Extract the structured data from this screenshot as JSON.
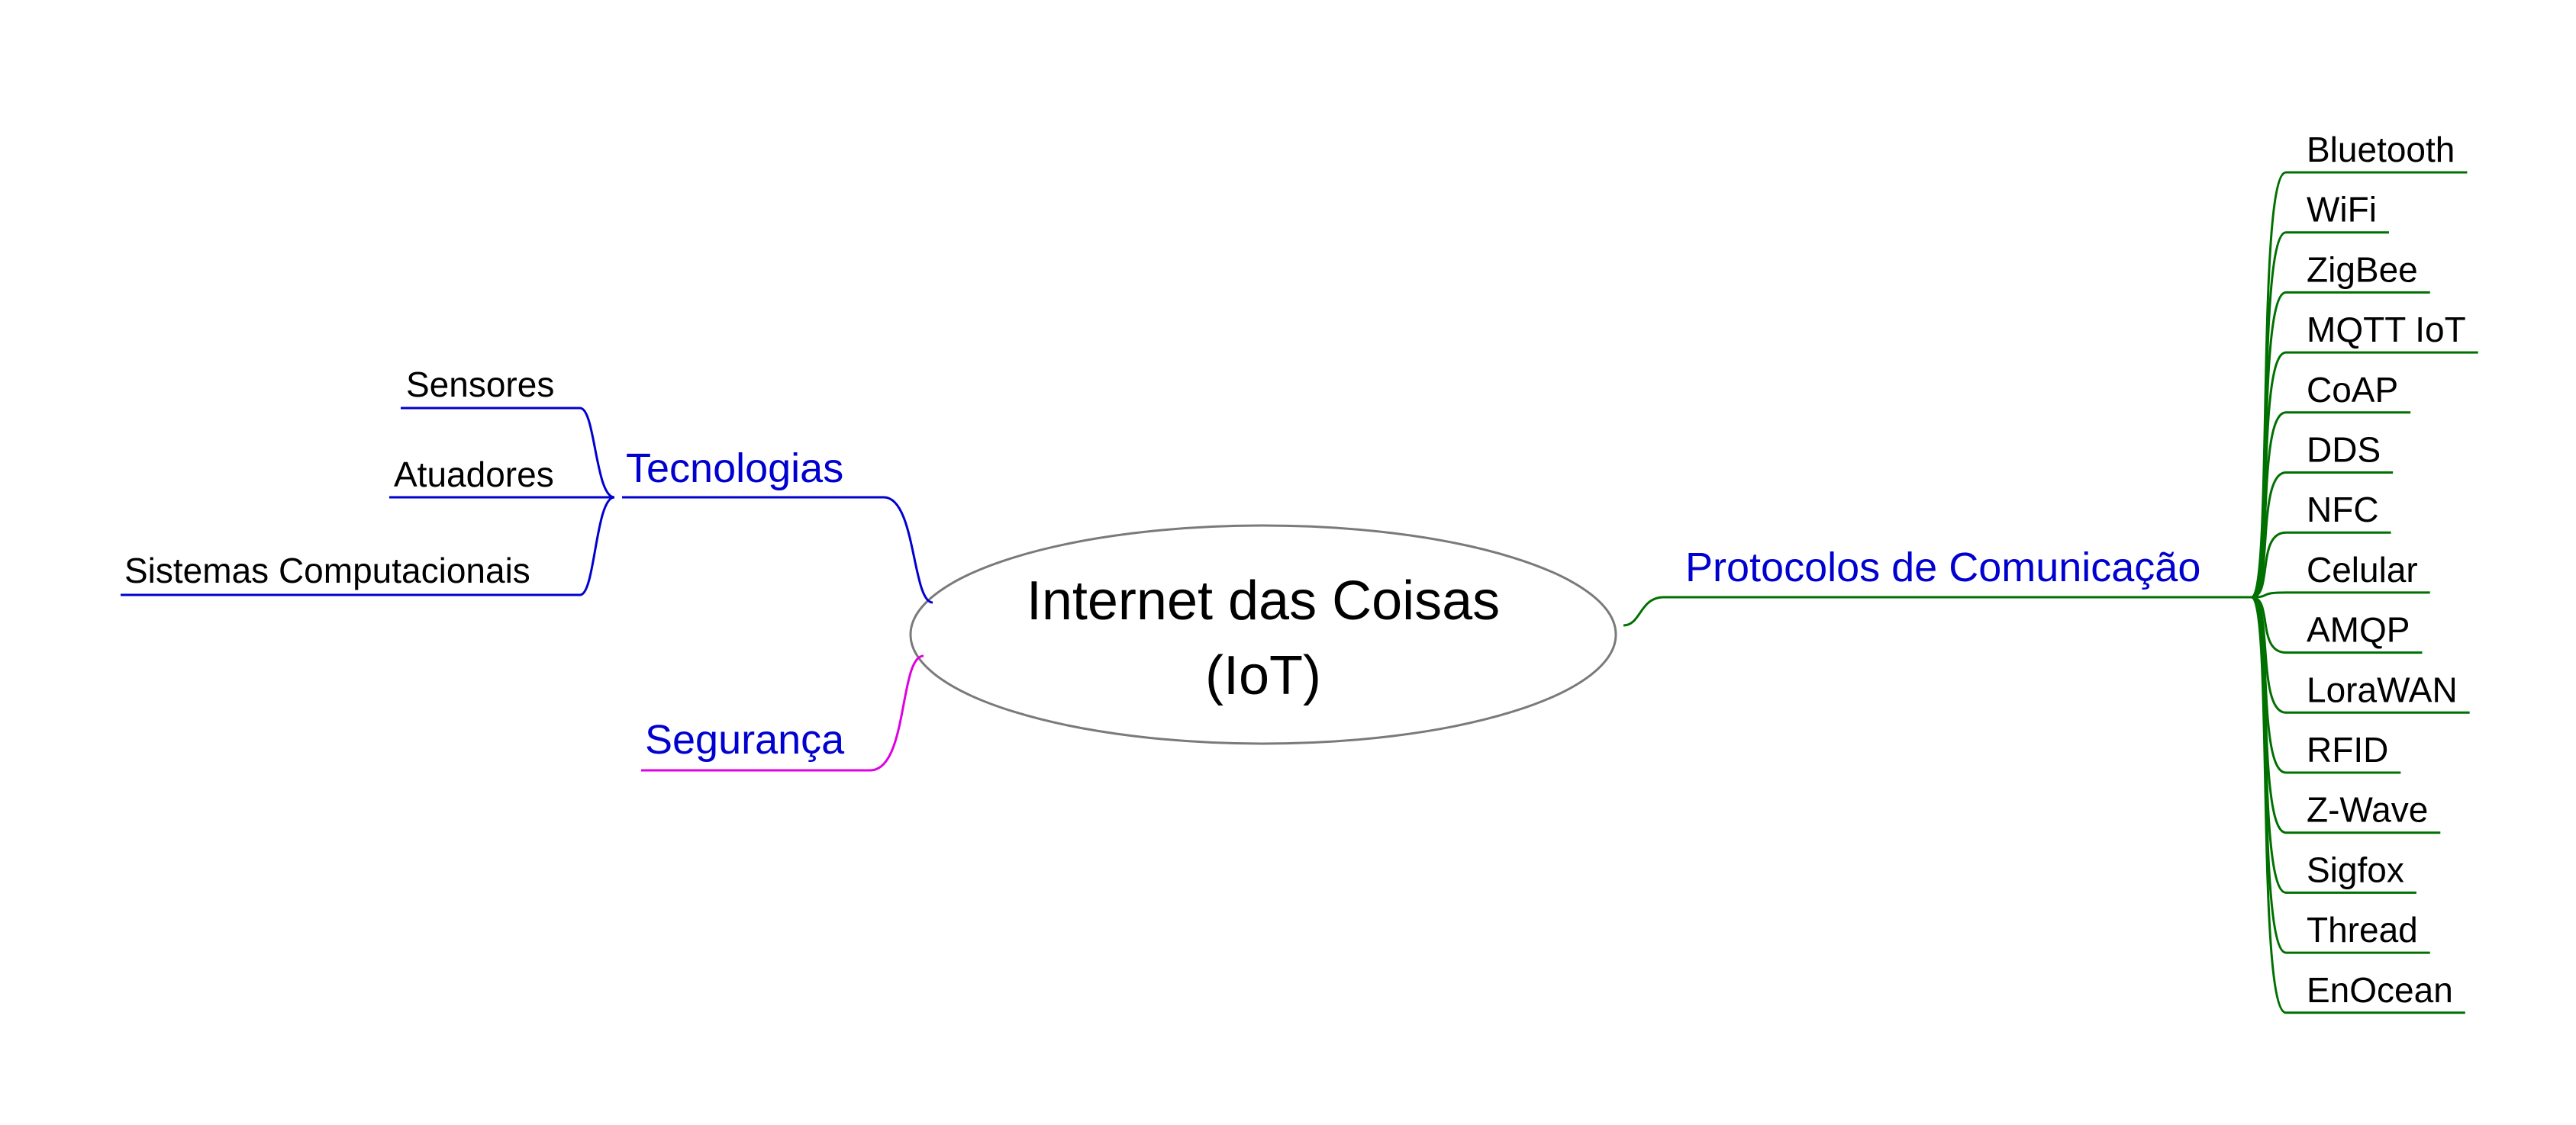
{
  "central": {
    "line1": "Internet das Coisas",
    "line2": "(IoT)"
  },
  "branches": {
    "tecnologias": {
      "label": "Tecnologias",
      "color": "#0000d0",
      "children": [
        "Sensores",
        "Atuadores",
        "Sistemas Computacionais"
      ]
    },
    "seguranca": {
      "label": "Segurança",
      "color": "#0000d0",
      "line_color": "#e000e0"
    },
    "protocolos": {
      "label": "Protocolos de Comunicação",
      "color": "#0000d0",
      "line_color": "#007000",
      "children": [
        "Bluetooth",
        "WiFi",
        "ZigBee",
        "MQTT IoT",
        "CoAP",
        "DDS",
        "NFC",
        "Celular",
        "AMQP",
        "LoraWAN",
        "RFID",
        "Z-Wave",
        "Sigfox",
        "Thread",
        "EnOcean"
      ]
    }
  },
  "colors": {
    "leaf_text": "#000000",
    "ellipse_stroke": "#7a7a7a"
  }
}
